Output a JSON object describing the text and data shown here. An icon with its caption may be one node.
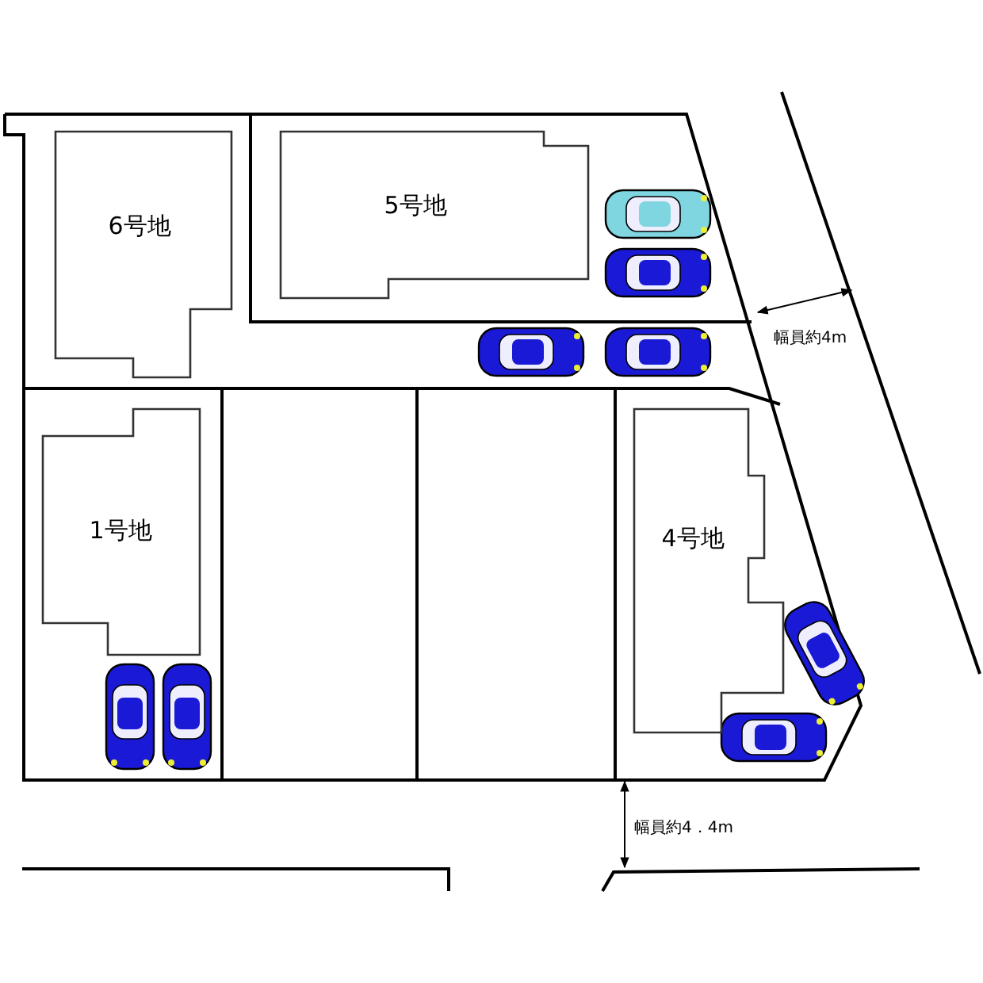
{
  "diagram": {
    "nodes": [
      {
        "text": [
          "6号地"
        ]
      },
      {
        "text": [
          "5号地"
        ]
      },
      {
        "text": [
          "1号地"
        ]
      },
      {
        "text": [
          "4号地"
        ]
      }
    ],
    "labels": [
      "幅員約4m",
      "幅員約4．4m"
    ]
  }
}
